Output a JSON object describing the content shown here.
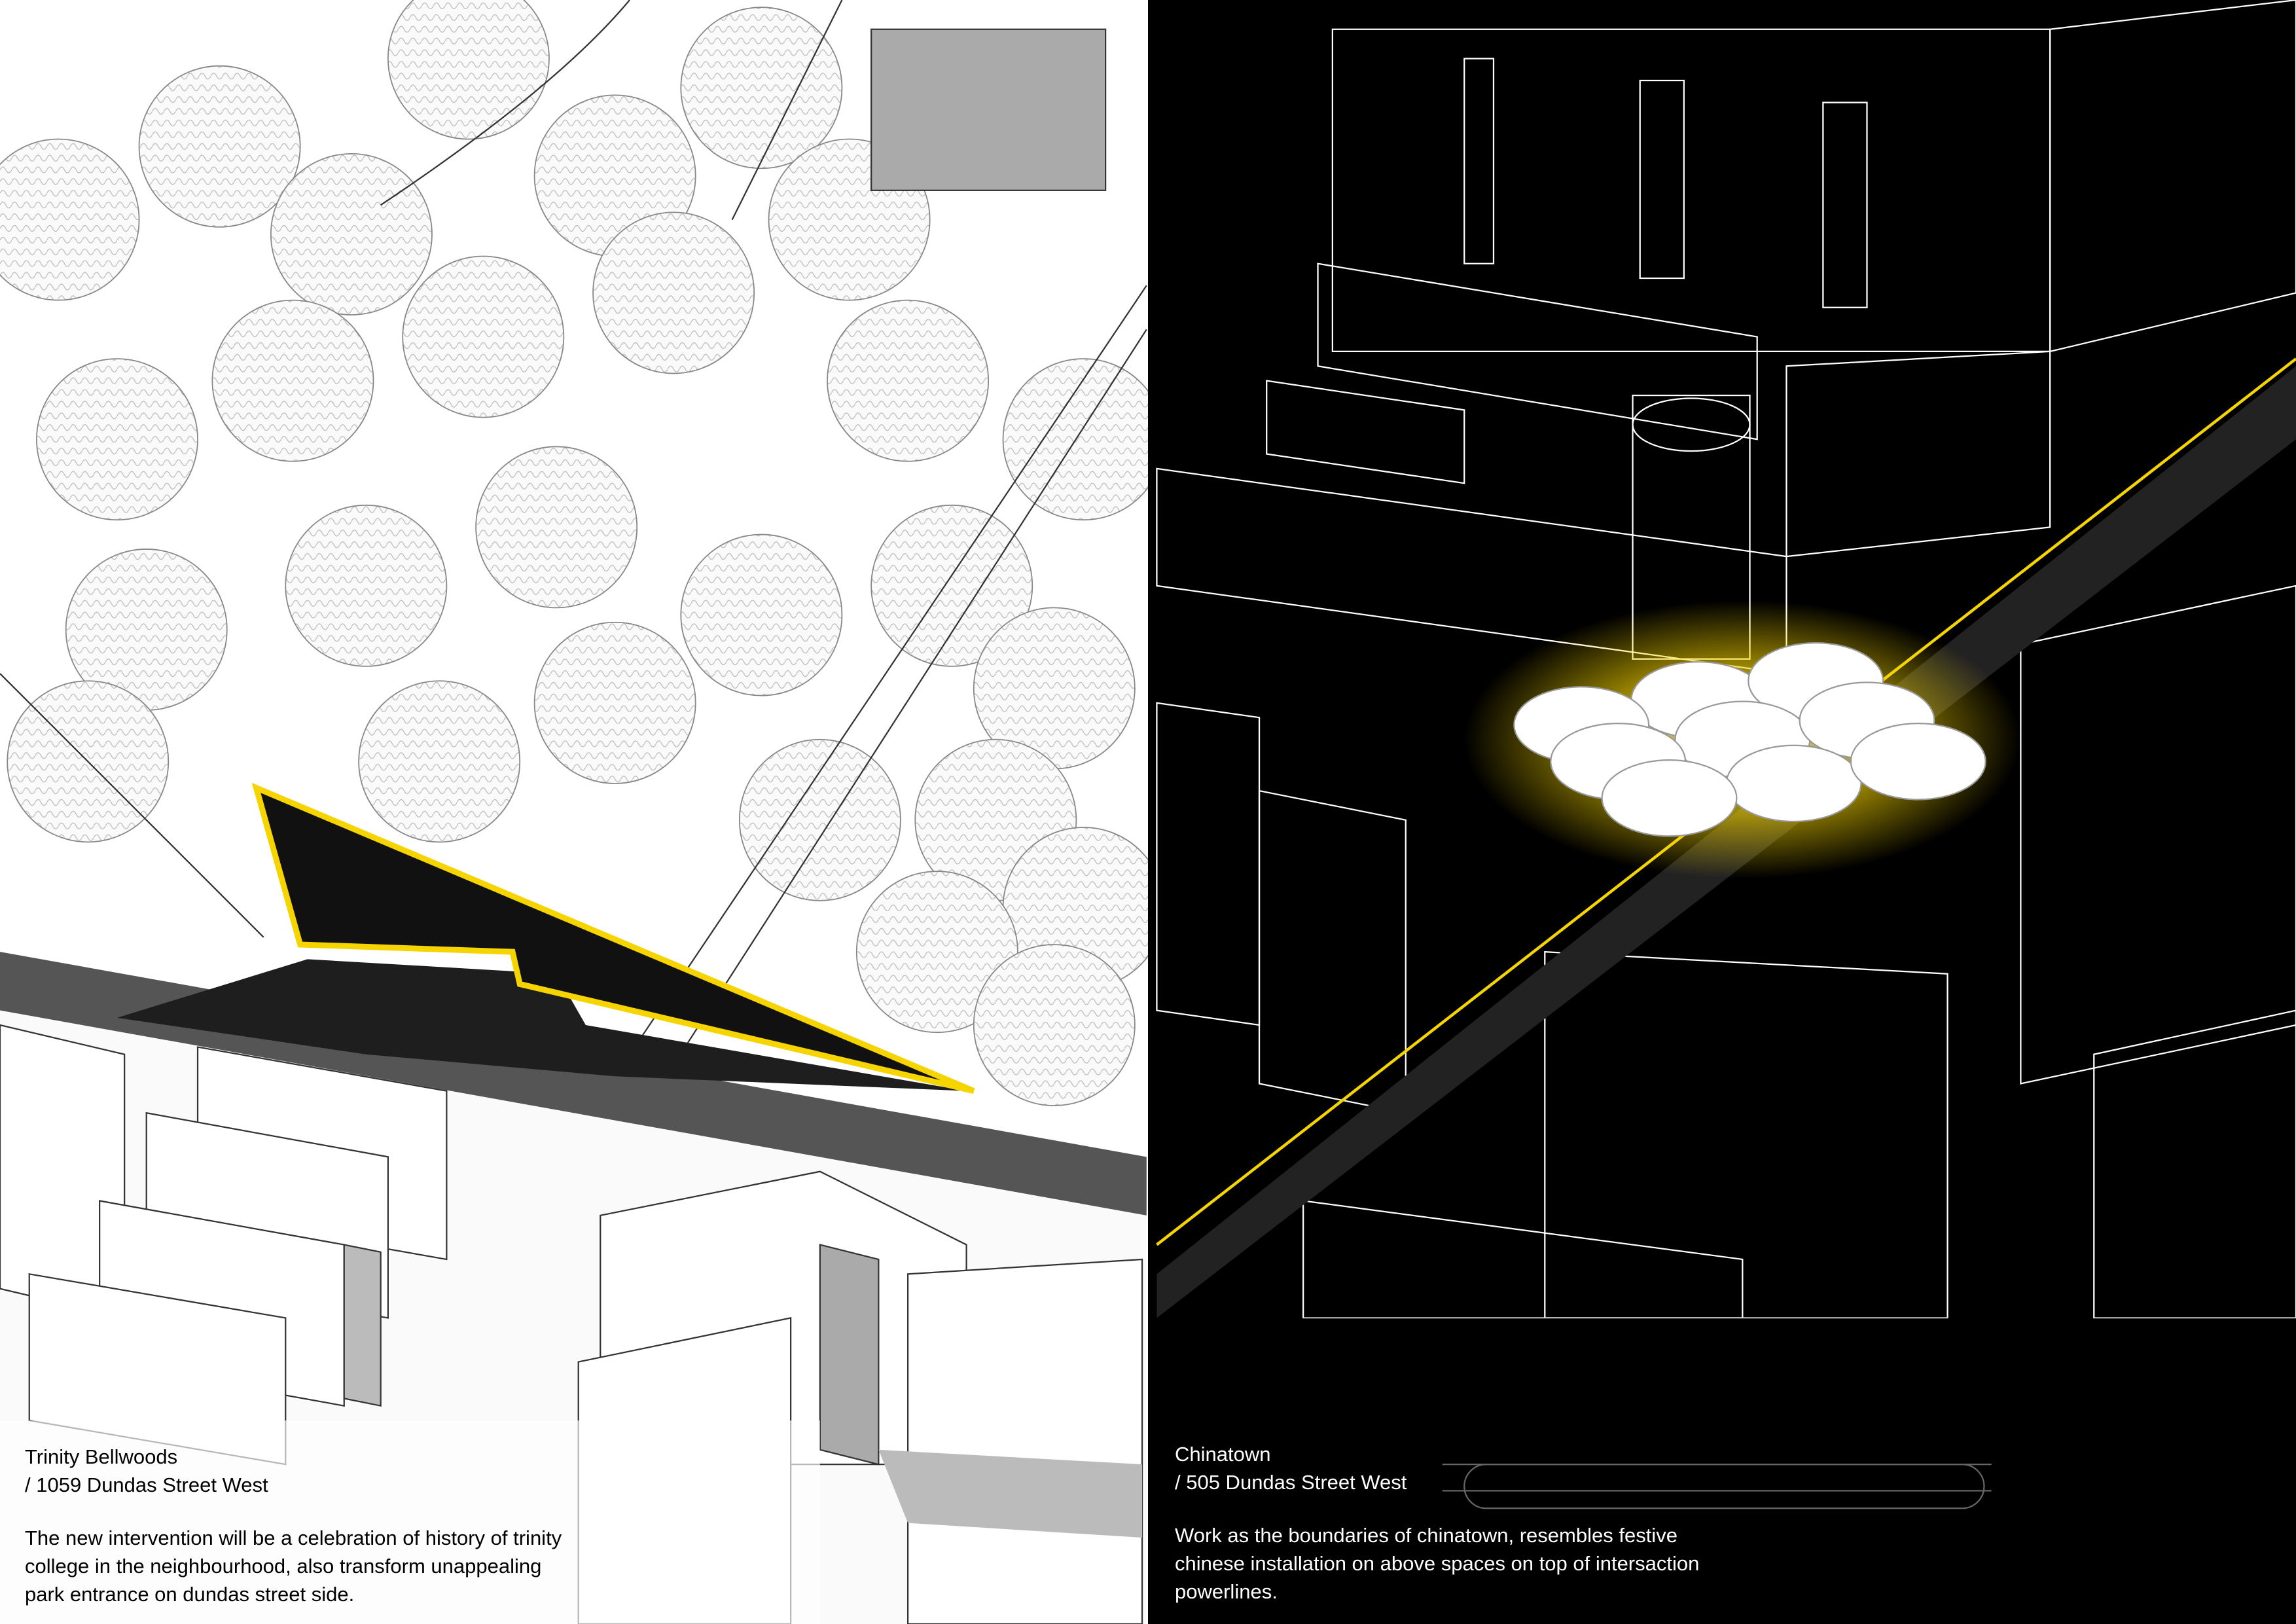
{
  "panels": [
    {
      "name": "Trinity Bellwoods",
      "address": "/  1059 Dundas Street West",
      "description": "The new intervention will be a celebration of history of trinity\ncollege in the neighbourhood, also transform unappealing\npark entrance on dundas street side.",
      "background": "#ffffff"
    },
    {
      "name": "Chinatown",
      "address": "/  505 Dundas Street West",
      "description": "Work as the boundaries of chinatown, resembles festive\nchinese installation on above spaces on top of intersaction\npowerlines.",
      "background": "#000000"
    }
  ],
  "colors": {
    "accent": "#f5d400",
    "road": "#555555",
    "tree": "#e4e4e4"
  }
}
